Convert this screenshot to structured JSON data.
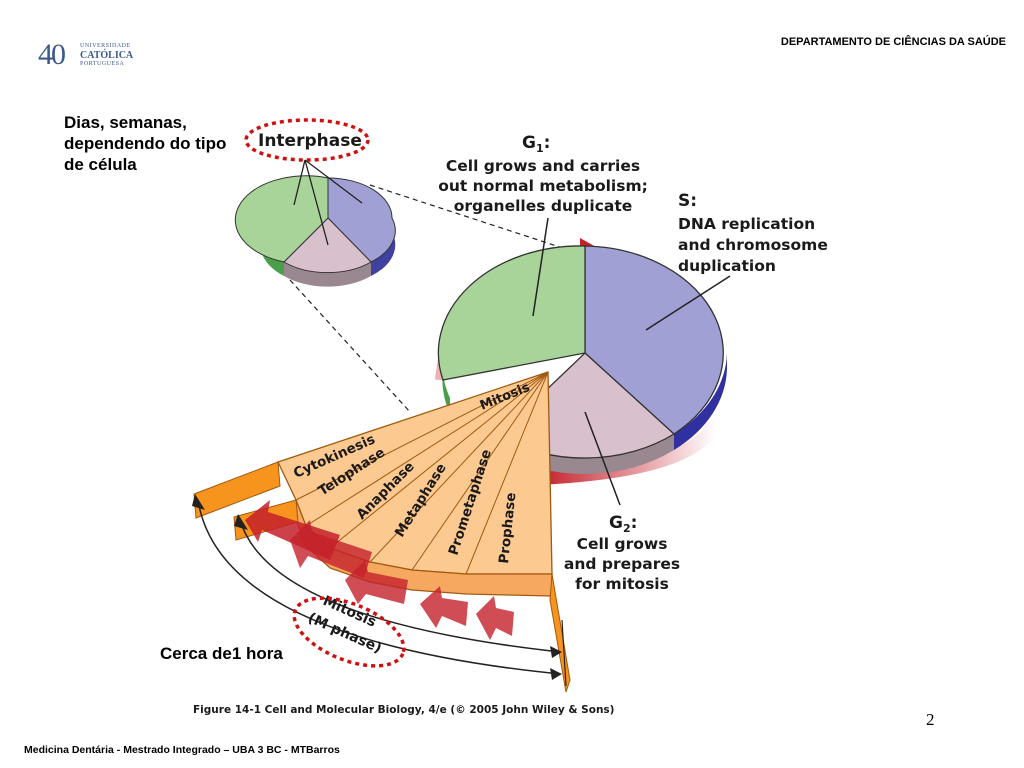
{
  "header": {
    "department": "DEPARTAMENTO DE CIÊNCIAS DA SAÚDE",
    "logo": {
      "number": "40",
      "line1": "UNIVERSIDADE",
      "line2": "CATÓLICA",
      "line3": "PORTUGUESA"
    }
  },
  "annotations": {
    "duration_interphase": "Dias, semanas, dependendo do tipo de célula",
    "duration_mitosis": "Cerca de1 hora"
  },
  "diagram": {
    "interphase_label": "Interphase",
    "g1": {
      "title": "G",
      "subscript": "1",
      "suffix": ":",
      "lines": [
        "Cell grows and carries",
        "out normal metabolism;",
        "organelles duplicate"
      ]
    },
    "s": {
      "title": "S:",
      "lines": [
        "DNA replication",
        "and chromosome",
        "duplication"
      ]
    },
    "g2": {
      "title": "G",
      "subscript": "2",
      "suffix": ":",
      "lines": [
        "Cell grows",
        "and prepares",
        "for mitosis"
      ]
    },
    "mitosis_wedge_label": "Mitosis",
    "phases": [
      "Cytokinesis",
      "Telophase",
      "Anaphase",
      "Metaphase",
      "Prometaphase",
      "Prophase"
    ],
    "mitosis_label_lines": [
      "Mitosis",
      "(M phase)"
    ],
    "caption": "Figure 14-1  Cell and Molecular Biology, 4/e (© 2005 John Wiley & Sons)"
  },
  "colors": {
    "g1_green": "#a8d49a",
    "s_purple": "#a0a0d4",
    "g2_pink": "#d8c0cc",
    "mitosis_orange": "#fcc990",
    "arrow_red": "#c4202a",
    "highlight_red": "#d01010"
  },
  "footer": {
    "text": "Medicina Dentária - Mestrado Integrado – UBA 3 BC - MTBarros",
    "page_number": "2"
  }
}
